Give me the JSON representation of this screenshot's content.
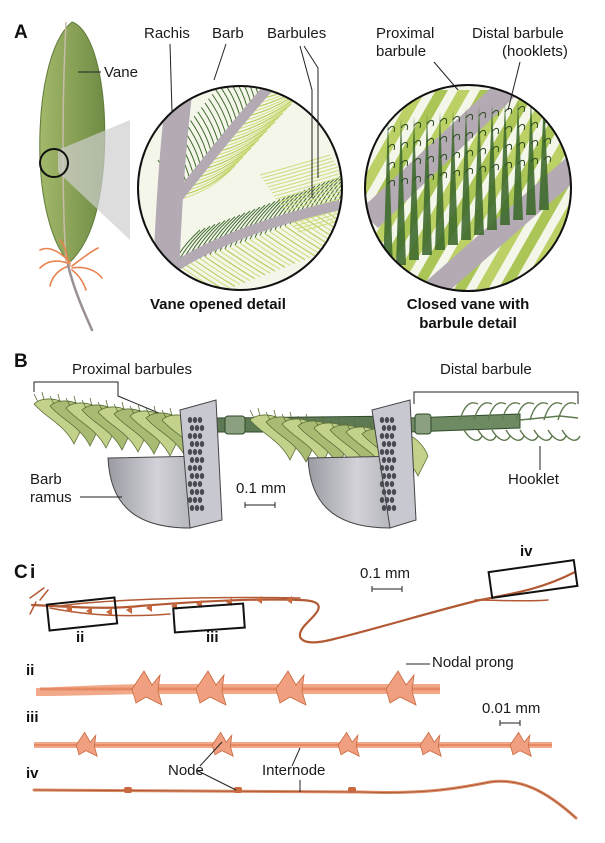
{
  "panels": {
    "a": "A",
    "b": "B",
    "c": "C",
    "c_i": "i",
    "c_ii": "ii",
    "c_iii": "iii",
    "c_iv": "iv"
  },
  "panel_a": {
    "vane": "Vane",
    "rachis": "Rachis",
    "barb": "Barb",
    "barbules": "Barbules",
    "proximal_line1": "Proximal",
    "proximal_line2": "barbule",
    "distal_line1": "Distal barbule",
    "distal_line2": "(hooklets)",
    "caption_open": "Vane opened detail",
    "caption_closed_line1": "Closed vane with",
    "caption_closed_line2": "barbule detail"
  },
  "panel_b": {
    "proximal_barbules": "Proximal barbules",
    "distal_barbule": "Distal barbule",
    "barb_line1": "Barb",
    "barb_line2": "ramus",
    "scale": "0.1 mm",
    "hooklet": "Hooklet"
  },
  "panel_c": {
    "scale_i": "0.1 mm",
    "inset_ii": "ii",
    "inset_iii": "iii",
    "inset_iv": "iv",
    "nodal_prong": "Nodal prong",
    "scale_detail": "0.01 mm",
    "node": "Node",
    "internode": "Internode"
  },
  "colors": {
    "feather_green": "#8aa15a",
    "barbule_light": "#b8cf5e",
    "barbule_dark": "#3f6a2e",
    "rachis_gray": "#b4aab4",
    "fiber_orange": "#c8693f",
    "down_orange": "#e8844f"
  }
}
